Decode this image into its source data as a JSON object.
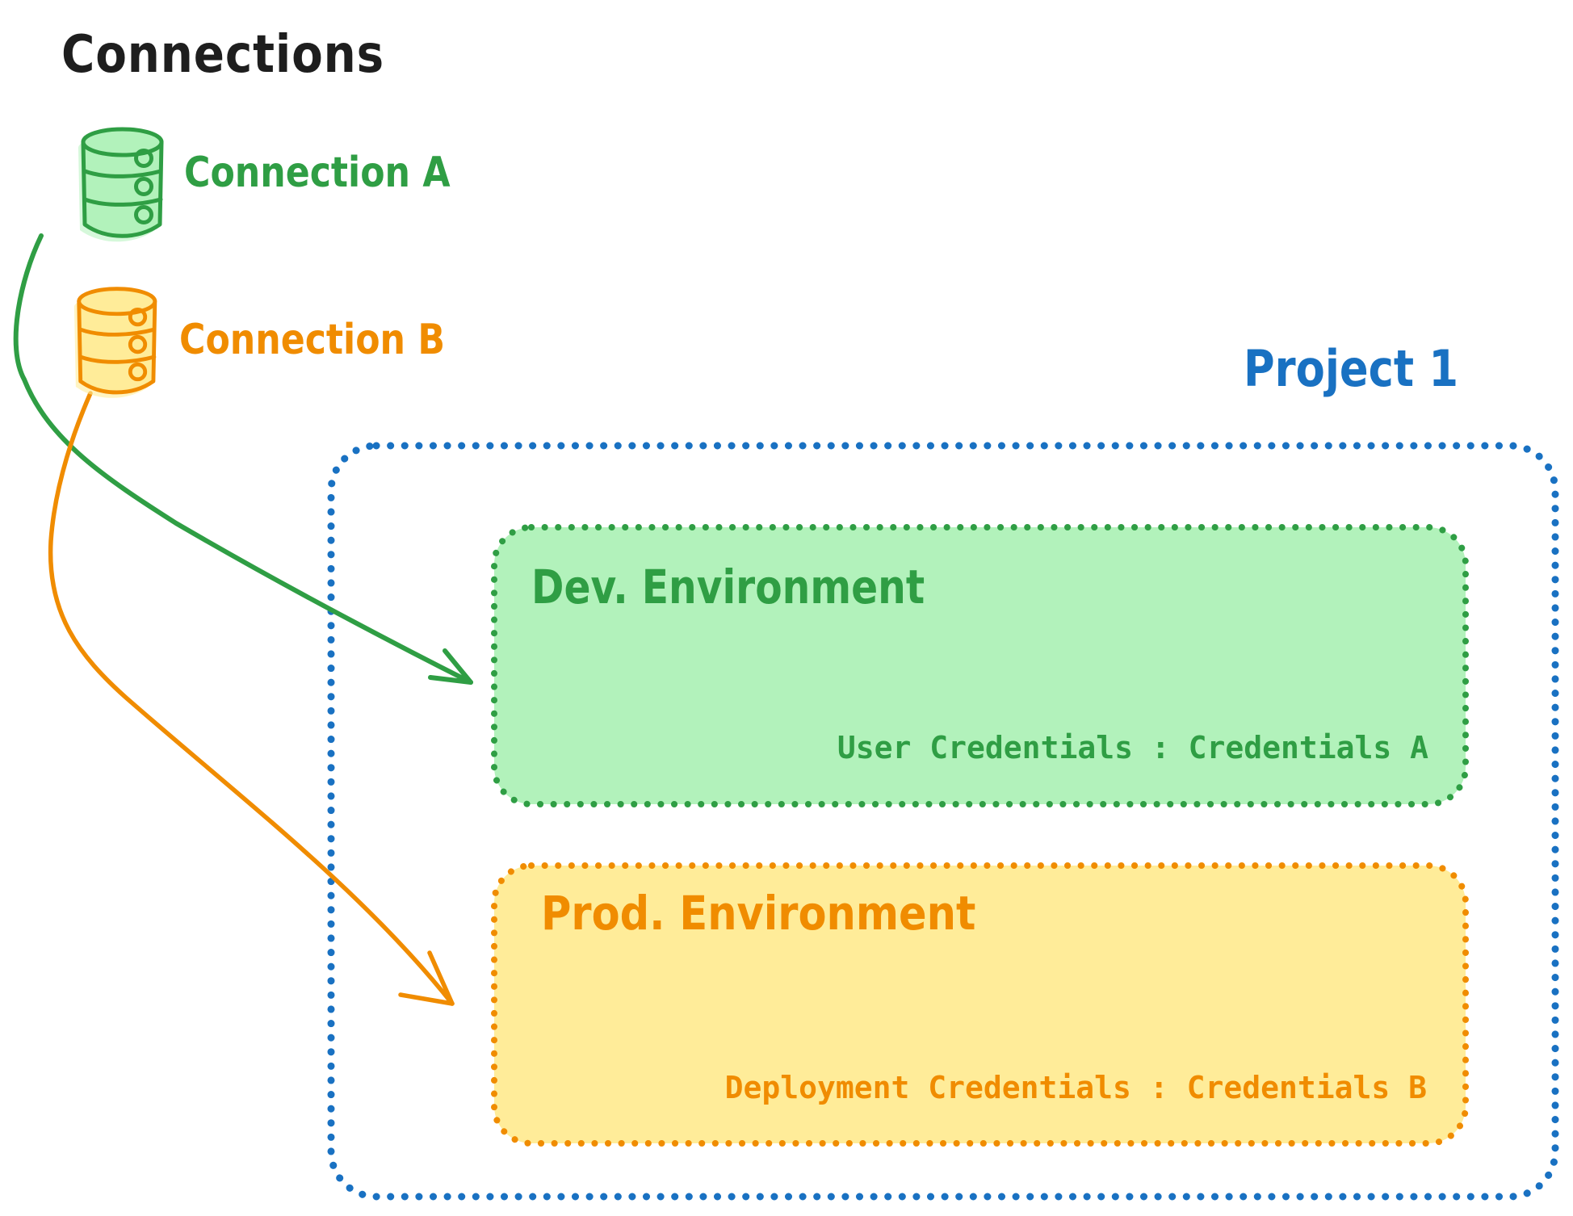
{
  "title": {
    "text": "Connections",
    "color": "#1e1e1e"
  },
  "connections": [
    {
      "label": "Connection A",
      "color": "#2f9e44",
      "fill": "#b2f2bb",
      "icon": "database-icon"
    },
    {
      "label": "Connection B",
      "color": "#f08c00",
      "fill": "#ffec99",
      "icon": "database-icon"
    }
  ],
  "project": {
    "label": "Project 1",
    "border_color": "#1971c2",
    "environments": [
      {
        "title": "Dev. Environment",
        "credentials": "User Credentials : Credentials A",
        "stroke": "#2f9e44",
        "fill": "#b2f2bb"
      },
      {
        "title": "Prod. Environment",
        "credentials": "Deployment Credentials : Credentials B",
        "stroke": "#f08c00",
        "fill": "#ffec99"
      }
    ]
  },
  "arrows": [
    {
      "from": "Connection A",
      "to": "Dev. Environment",
      "color": "#2f9e44"
    },
    {
      "from": "Connection B",
      "to": "Prod. Environment",
      "color": "#f08c00"
    }
  ]
}
